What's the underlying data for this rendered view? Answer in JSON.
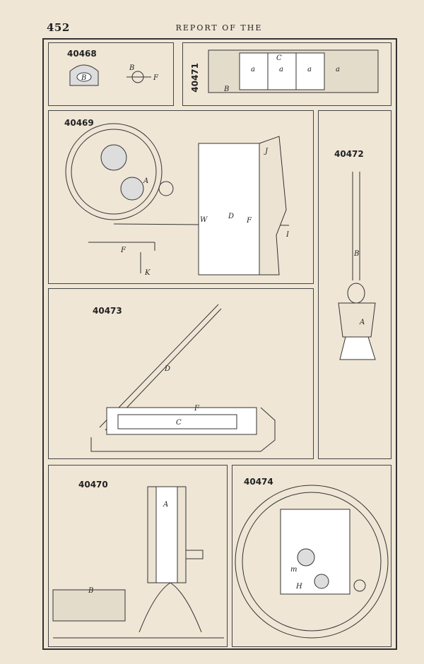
{
  "header": {
    "page_number": "452",
    "title": "REPORT OF THE"
  },
  "figures": [
    {
      "number": "40468",
      "labels": [
        "B",
        "B",
        "F"
      ]
    },
    {
      "number": "40471",
      "labels": [
        "a",
        "C",
        "a",
        "a",
        "a",
        "B"
      ]
    },
    {
      "number": "40469",
      "labels": [
        "A",
        "W",
        "D",
        "F",
        "F",
        "J",
        "I",
        "K"
      ]
    },
    {
      "number": "40472",
      "labels": [
        "B",
        "A"
      ]
    },
    {
      "number": "40473",
      "labels": [
        "D",
        "F",
        "C"
      ]
    },
    {
      "number": "40470",
      "labels": [
        "A",
        "B"
      ]
    },
    {
      "number": "40474",
      "labels": [
        "m",
        "H"
      ]
    }
  ]
}
